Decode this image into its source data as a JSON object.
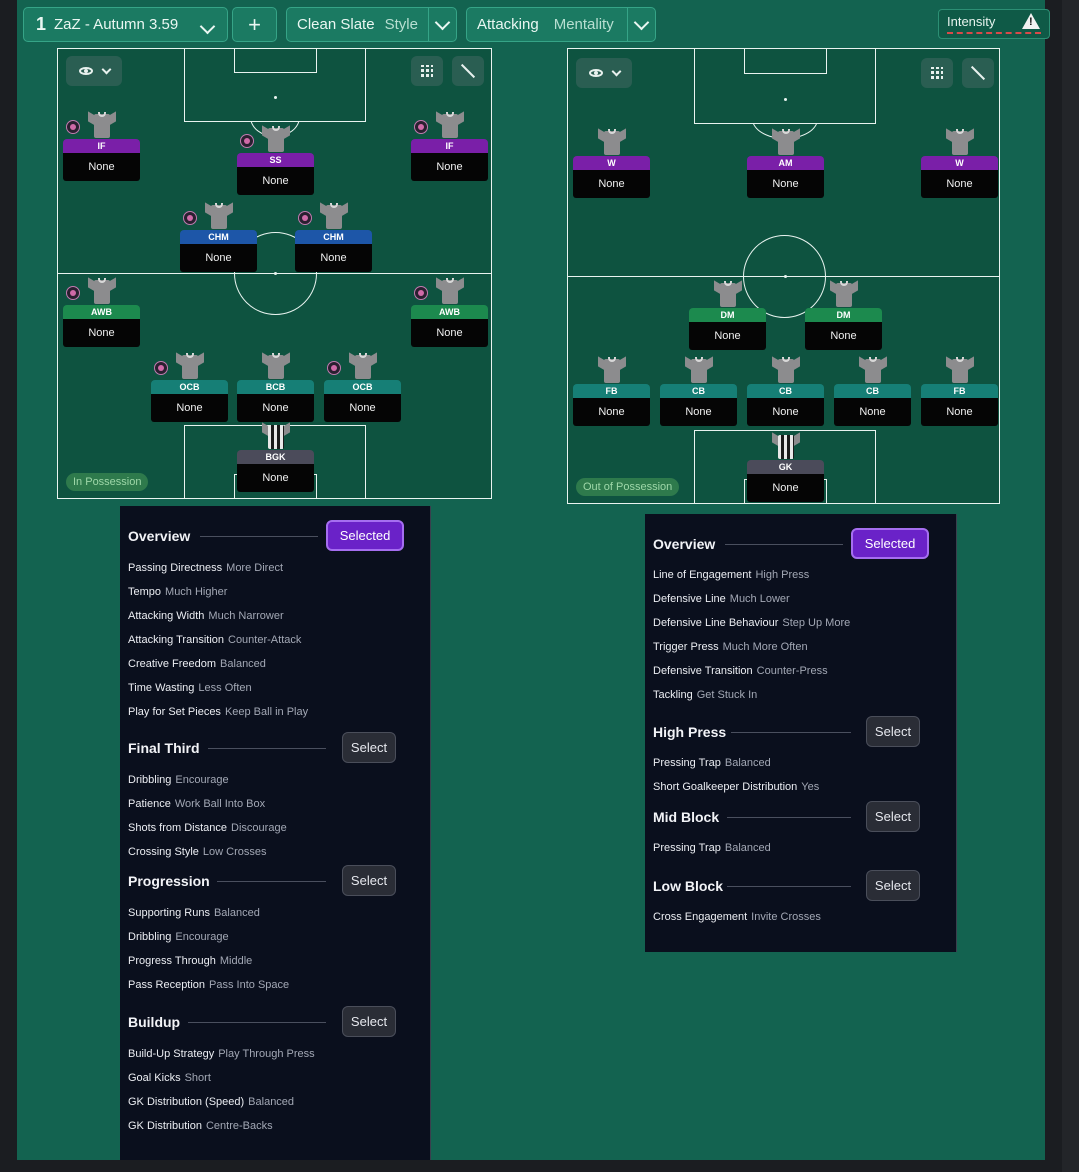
{
  "topbar": {
    "tactic_number": "1",
    "tactic_name": "ZaZ - Autumn 3.59",
    "add_label": "+",
    "style_value": "Clean Slate",
    "style_label": "Style",
    "mentality_value": "Attacking",
    "mentality_label": "Mentality",
    "intensity_label": "Intensity",
    "warning_glyph": "!"
  },
  "in_possession": {
    "phase_label": "In Possession",
    "players": [
      {
        "role": "IF",
        "name": "None"
      },
      {
        "role": "SS",
        "name": "None"
      },
      {
        "role": "IF",
        "name": "None"
      },
      {
        "role": "CHM",
        "name": "None"
      },
      {
        "role": "CHM",
        "name": "None"
      },
      {
        "role": "AWB",
        "name": "None"
      },
      {
        "role": "AWB",
        "name": "None"
      },
      {
        "role": "OCB",
        "name": "None"
      },
      {
        "role": "BCB",
        "name": "None"
      },
      {
        "role": "OCB",
        "name": "None"
      },
      {
        "role": "BGK",
        "name": "None"
      }
    ]
  },
  "out_of_possession": {
    "phase_label": "Out of Possession",
    "players": [
      {
        "role": "W",
        "name": "None"
      },
      {
        "role": "AM",
        "name": "None"
      },
      {
        "role": "W",
        "name": "None"
      },
      {
        "role": "DM",
        "name": "None"
      },
      {
        "role": "DM",
        "name": "None"
      },
      {
        "role": "FB",
        "name": "None"
      },
      {
        "role": "CB",
        "name": "None"
      },
      {
        "role": "CB",
        "name": "None"
      },
      {
        "role": "CB",
        "name": "None"
      },
      {
        "role": "FB",
        "name": "None"
      },
      {
        "role": "GK",
        "name": "None"
      }
    ]
  },
  "left_panel": {
    "overview": {
      "title": "Overview",
      "button": "Selected",
      "rows": [
        {
          "k": "Passing Directness",
          "v": "More Direct"
        },
        {
          "k": "Tempo",
          "v": "Much Higher"
        },
        {
          "k": "Attacking Width",
          "v": "Much Narrower"
        },
        {
          "k": "Attacking Transition",
          "v": "Counter-Attack"
        },
        {
          "k": "Creative Freedom",
          "v": "Balanced"
        },
        {
          "k": "Time Wasting",
          "v": "Less Often"
        },
        {
          "k": "Play for Set Pieces",
          "v": "Keep Ball in Play"
        }
      ]
    },
    "final_third": {
      "title": "Final Third",
      "button": "Select",
      "rows": [
        {
          "k": "Dribbling",
          "v": "Encourage"
        },
        {
          "k": "Patience",
          "v": "Work Ball Into Box"
        },
        {
          "k": "Shots from Distance",
          "v": "Discourage"
        },
        {
          "k": "Crossing Style",
          "v": "Low Crosses"
        }
      ]
    },
    "progression": {
      "title": "Progression",
      "button": "Select",
      "rows": [
        {
          "k": "Supporting Runs",
          "v": "Balanced"
        },
        {
          "k": "Dribbling",
          "v": "Encourage"
        },
        {
          "k": "Progress Through",
          "v": "Middle"
        },
        {
          "k": "Pass Reception",
          "v": "Pass Into Space"
        }
      ]
    },
    "buildup": {
      "title": "Buildup",
      "button": "Select",
      "rows": [
        {
          "k": "Build-Up Strategy",
          "v": "Play Through Press"
        },
        {
          "k": "Goal Kicks",
          "v": "Short"
        },
        {
          "k": "GK Distribution (Speed)",
          "v": "Balanced"
        },
        {
          "k": "GK Distribution",
          "v": "Centre-Backs"
        }
      ]
    }
  },
  "right_panel": {
    "overview": {
      "title": "Overview",
      "button": "Selected",
      "rows": [
        {
          "k": "Line of Engagement",
          "v": "High Press"
        },
        {
          "k": "Defensive Line",
          "v": "Much Lower"
        },
        {
          "k": "Defensive Line Behaviour",
          "v": "Step Up More"
        },
        {
          "k": "Trigger Press",
          "v": "Much More Often"
        },
        {
          "k": "Defensive Transition",
          "v": "Counter-Press"
        },
        {
          "k": "Tackling",
          "v": "Get Stuck In"
        }
      ]
    },
    "high_press": {
      "title": "High Press",
      "button": "Select",
      "rows": [
        {
          "k": "Pressing Trap",
          "v": "Balanced"
        },
        {
          "k": "Short Goalkeeper Distribution",
          "v": "Yes"
        }
      ]
    },
    "mid_block": {
      "title": "Mid Block",
      "button": "Select",
      "rows": [
        {
          "k": "Pressing Trap",
          "v": "Balanced"
        }
      ]
    },
    "low_block": {
      "title": "Low Block",
      "button": "Select",
      "rows": [
        {
          "k": "Cross Engagement",
          "v": "Invite Crosses"
        }
      ]
    }
  },
  "colors": {
    "background": "#136350",
    "pitch": "#0e5340",
    "panel": "#0a0f1d",
    "selected_button": "#6a22c8",
    "role_attack": "#7a1fa8",
    "role_mid": "#1d56a8",
    "role_green": "#1c8a4e",
    "role_defence": "#167f76"
  },
  "icons": [
    "chevron-down-icon",
    "plus-icon",
    "warning-icon",
    "eye-icon",
    "grid-icon",
    "expand-icon",
    "shirt-icon",
    "role-icon"
  ]
}
